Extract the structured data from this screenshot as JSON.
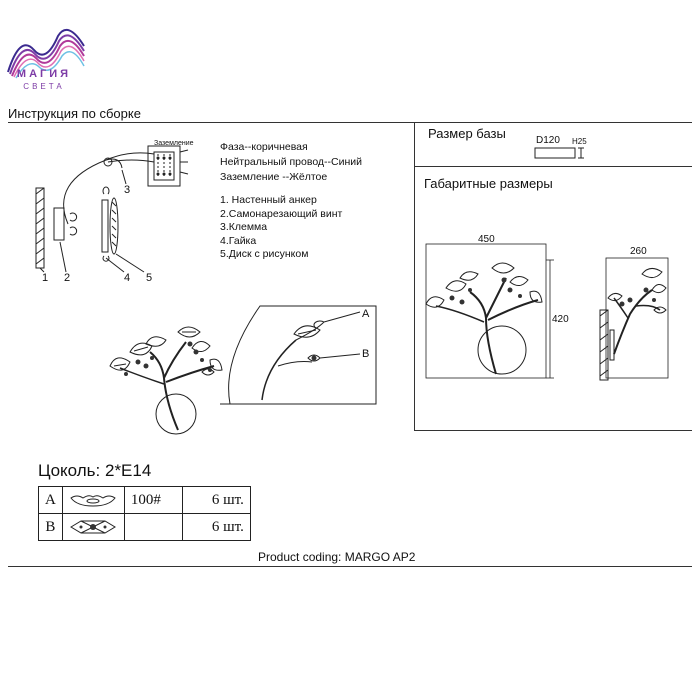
{
  "brand": {
    "name": "МАГИЯ",
    "sub": "СВЕТА",
    "colors": [
      "#3b2a8f",
      "#b03a9a",
      "#6ec1e4"
    ]
  },
  "header": {
    "title": "Инструкция по сборке"
  },
  "wiring": {
    "box_label": "Заземление",
    "legend": [
      "Фаза--коричневая",
      "Нейтральный провод--Синий",
      "Заземление --Жёлтое"
    ],
    "parts": [
      "1. Настенный анкер",
      "2.Самонарезающий винт",
      "3.Клемма",
      "4.Гайка",
      "5.Диск с рисунком"
    ],
    "callouts": [
      "1",
      "2",
      "3",
      "4",
      "5"
    ]
  },
  "detail": {
    "label_a": "A",
    "label_b": "B"
  },
  "base_size": {
    "title": "Размер базы",
    "diameter": "D120",
    "height": "H25"
  },
  "overall_size": {
    "title": "Габаритные размеры",
    "width": "450",
    "height": "420",
    "depth": "260"
  },
  "socket": {
    "label": "Цоколь:",
    "value": "2*E14"
  },
  "components": [
    {
      "letter": "A",
      "icon": "glass-shade-icon",
      "code": "100#",
      "qty": "6 шт."
    },
    {
      "letter": "B",
      "icon": "crystal-piece-icon",
      "code": "",
      "qty": "6 шт."
    }
  ],
  "product": {
    "coding": "Product coding: MARGO AP2"
  }
}
